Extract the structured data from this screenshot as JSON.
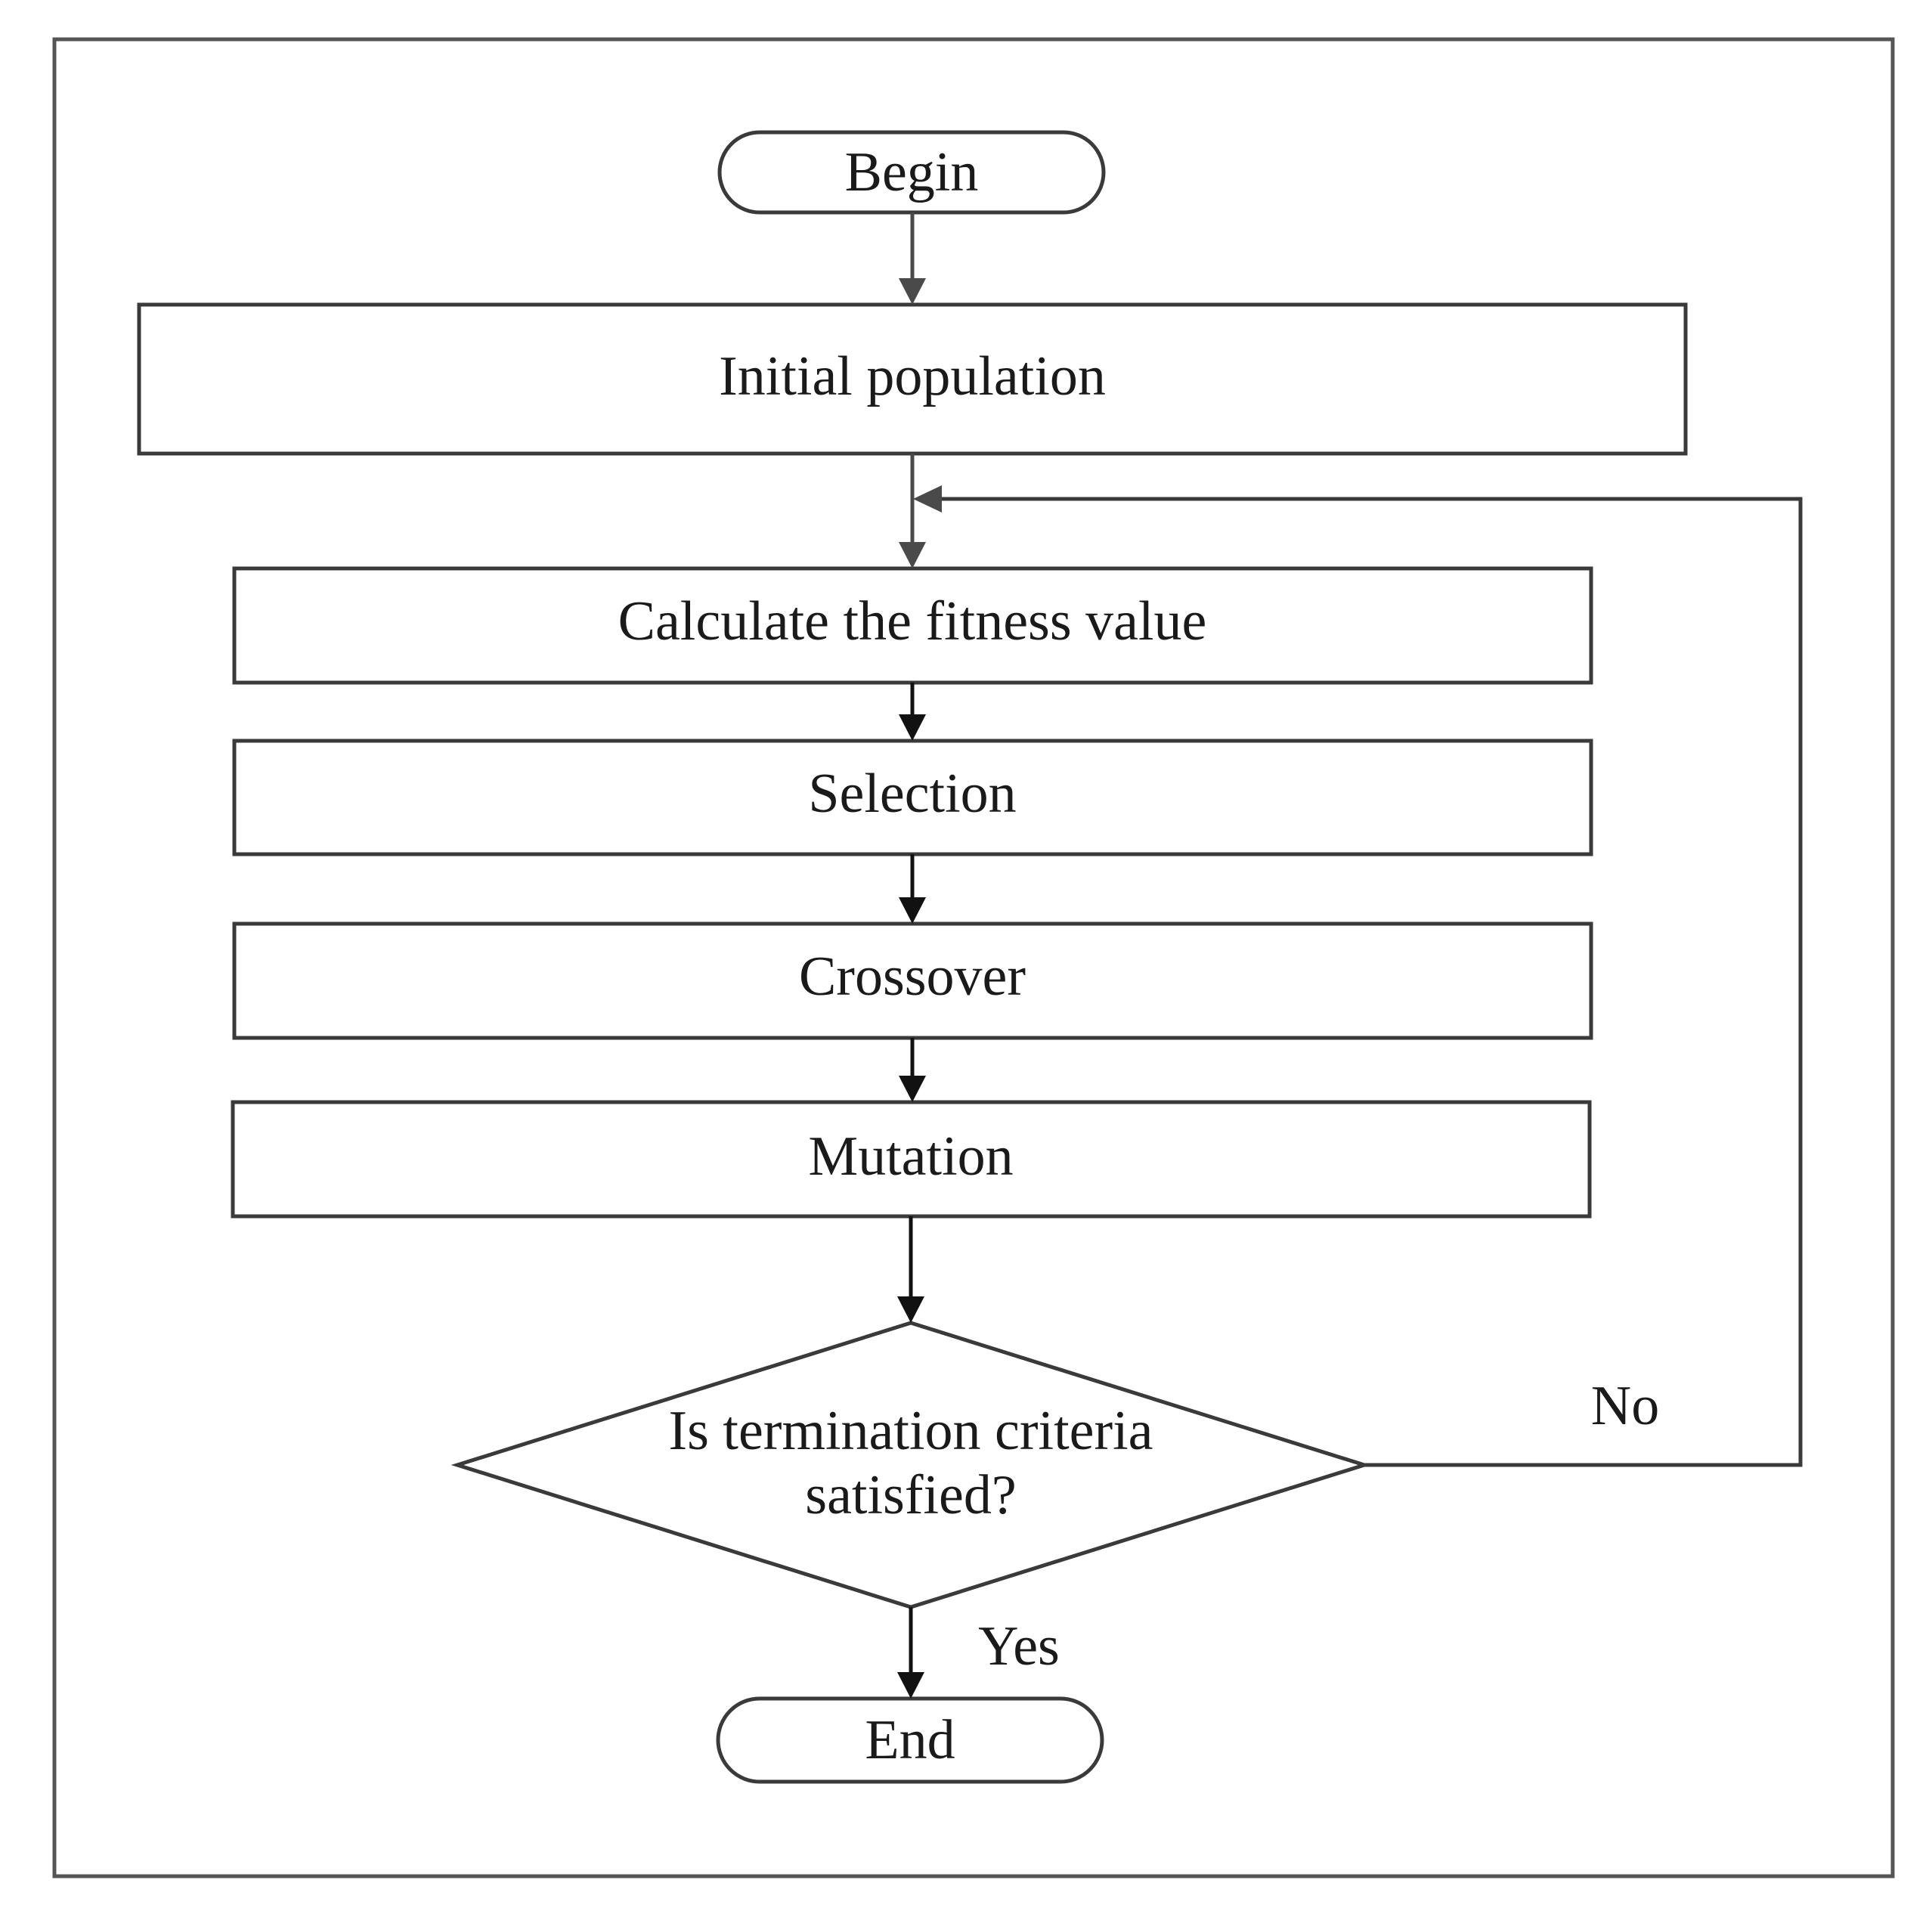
{
  "diagram": {
    "type": "flowchart",
    "nodes": {
      "begin": {
        "label": "Begin",
        "shape": "terminator"
      },
      "initial_population": {
        "label": "Initial population",
        "shape": "process"
      },
      "fitness": {
        "label": "Calculate the fitness value",
        "shape": "process"
      },
      "selection": {
        "label": "Selection",
        "shape": "process"
      },
      "crossover": {
        "label": "Crossover",
        "shape": "process"
      },
      "mutation": {
        "label": "Mutation",
        "shape": "process"
      },
      "decision": {
        "label_line1": "Is termination criteria",
        "label_line2": "satisfied?",
        "shape": "decision"
      },
      "end": {
        "label": "End",
        "shape": "terminator"
      }
    },
    "edges": [
      {
        "from": "begin",
        "to": "initial_population",
        "label": ""
      },
      {
        "from": "initial_population",
        "to": "fitness",
        "label": ""
      },
      {
        "from": "fitness",
        "to": "selection",
        "label": ""
      },
      {
        "from": "selection",
        "to": "crossover",
        "label": ""
      },
      {
        "from": "crossover",
        "to": "mutation",
        "label": ""
      },
      {
        "from": "mutation",
        "to": "decision",
        "label": ""
      },
      {
        "from": "decision",
        "to": "fitness",
        "label": "No"
      },
      {
        "from": "decision",
        "to": "end",
        "label": "Yes"
      }
    ],
    "edge_labels": {
      "no": "No",
      "yes": "Yes"
    },
    "colors": {
      "stroke": "#3a3a3a",
      "text": "#1a1a1a",
      "background": "#ffffff",
      "arrow_upper": "#4a4a4a",
      "arrow_lower": "#111111"
    }
  }
}
